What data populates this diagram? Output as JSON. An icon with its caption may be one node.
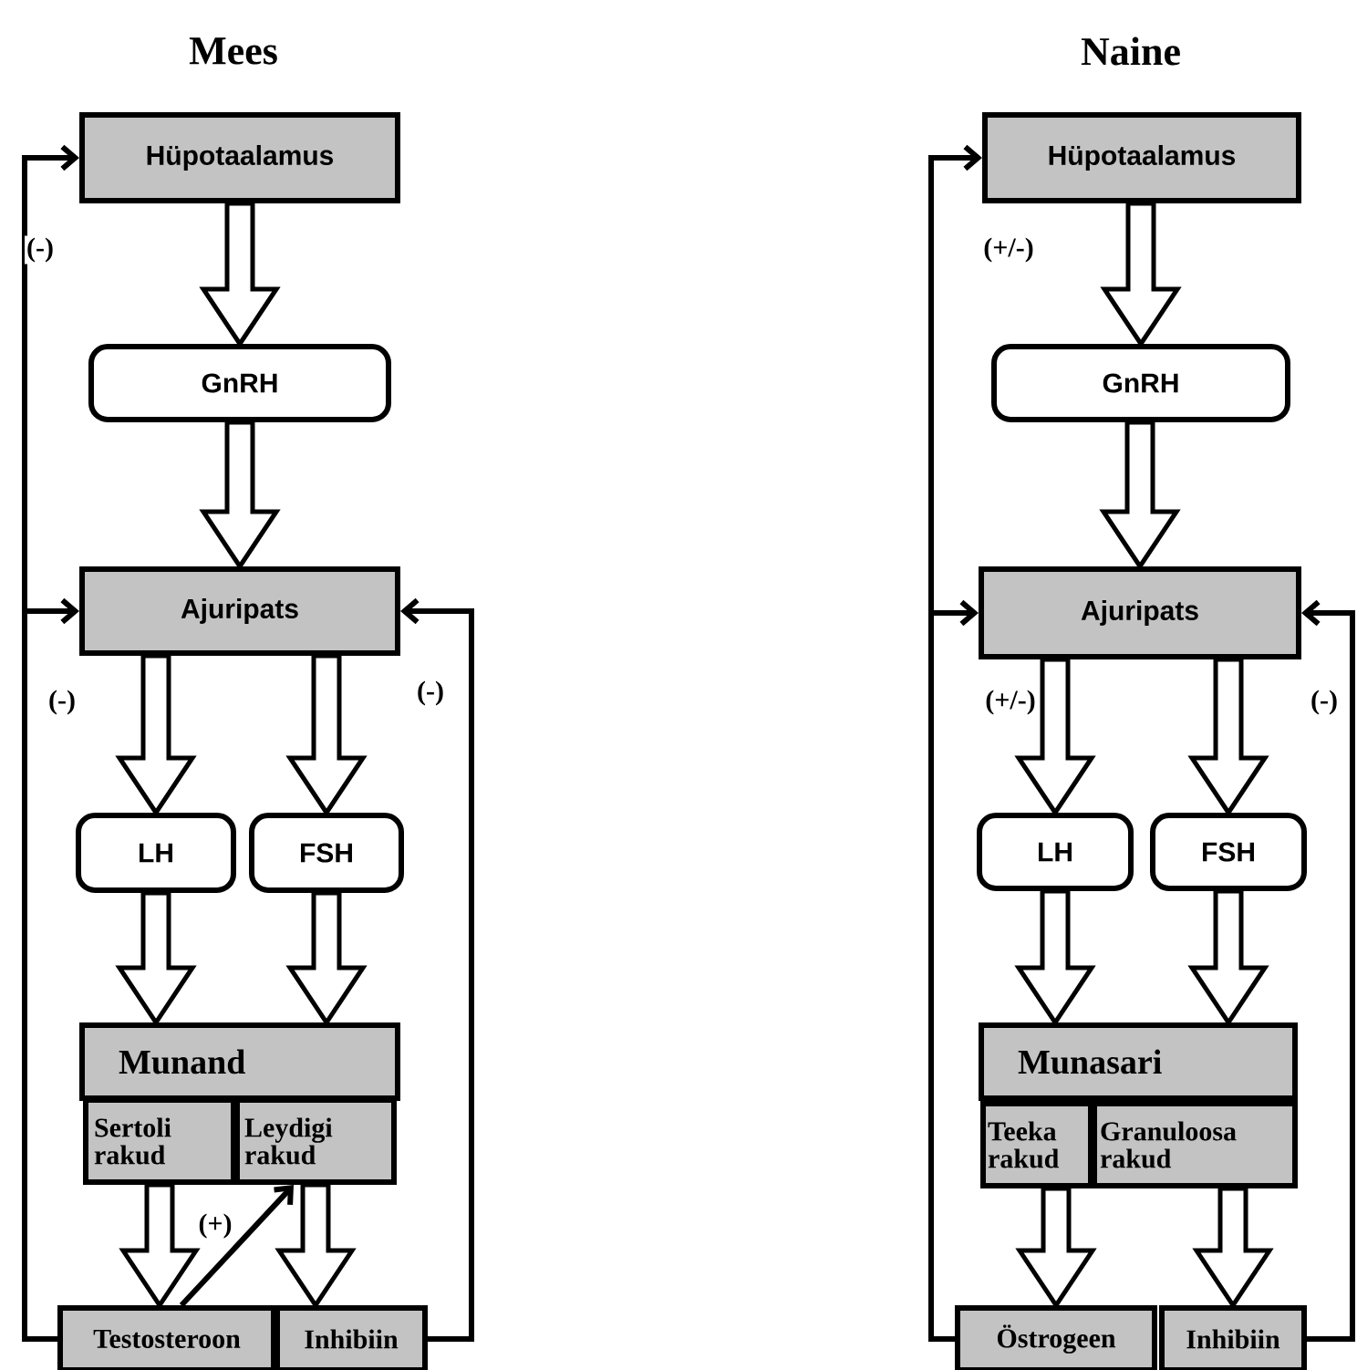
{
  "diagram": {
    "nodes": [
      {
        "text": [
          "Hüpotaalamus"
        ]
      },
      {
        "text": [
          "GnRH"
        ]
      },
      {
        "text": [
          "Ajuripats"
        ]
      },
      {
        "text": [
          "LH"
        ]
      },
      {
        "text": [
          "FSH"
        ]
      },
      {
        "text": [
          "Munand"
        ]
      },
      {
        "text": [
          "Sertoli rakud"
        ]
      },
      {
        "text": [
          "Leydigi rakud"
        ]
      },
      {
        "text": [
          "Testosteroon"
        ]
      },
      {
        "text": [
          "Inhibiin"
        ]
      },
      {
        "text": [
          "Hüpotaalamus"
        ]
      },
      {
        "text": [
          "GnRH"
        ]
      },
      {
        "text": [
          "Ajuripats"
        ]
      },
      {
        "text": [
          "LH"
        ]
      },
      {
        "text": [
          "FSH"
        ]
      },
      {
        "text": [
          "Munasari"
        ]
      },
      {
        "text": [
          "Teeka rakud"
        ]
      },
      {
        "text": [
          "Granuloosa rakud"
        ]
      },
      {
        "text": [
          "Östrogeen"
        ]
      },
      {
        "text": [
          "Inhibiin"
        ]
      }
    ],
    "edges": [
      {
        "from": 0,
        "to": 1,
        "arrow": "to",
        "style": "thick"
      },
      {
        "from": 1,
        "to": 2,
        "arrow": "to",
        "style": "thick"
      },
      {
        "from": 2,
        "to": 3,
        "arrow": "to",
        "style": "thick"
      },
      {
        "from": 2,
        "to": 4,
        "arrow": "to",
        "style": "thick"
      },
      {
        "from": 3,
        "to": 5,
        "arrow": "to",
        "style": "thick"
      },
      {
        "from": 4,
        "to": 5,
        "arrow": "to",
        "style": "thick"
      },
      {
        "from": 6,
        "to": 8,
        "arrow": "to",
        "style": "thick"
      },
      {
        "from": 7,
        "to": 9,
        "arrow": "to",
        "style": "thick"
      },
      {
        "from": 8,
        "to": 7,
        "arrow": "to",
        "label": "(+)"
      },
      {
        "from": 8,
        "to": 0,
        "arrow": "to",
        "label": "(-)"
      },
      {
        "from": 8,
        "to": 2,
        "arrow": "to",
        "label": "(-)"
      },
      {
        "from": 9,
        "to": 2,
        "arrow": "to",
        "label": "(-)"
      },
      {
        "from": 10,
        "to": 11,
        "arrow": "to",
        "style": "thick"
      },
      {
        "from": 11,
        "to": 12,
        "arrow": "to",
        "style": "thick"
      },
      {
        "from": 12,
        "to": 13,
        "arrow": "to",
        "style": "thick"
      },
      {
        "from": 12,
        "to": 14,
        "arrow": "to",
        "style": "thick"
      },
      {
        "from": 13,
        "to": 15,
        "arrow": "to",
        "style": "thick"
      },
      {
        "from": 14,
        "to": 15,
        "arrow": "to",
        "style": "thick"
      },
      {
        "from": 16,
        "to": 18,
        "arrow": "to",
        "style": "thick"
      },
      {
        "from": 17,
        "to": 19,
        "arrow": "to",
        "style": "thick"
      },
      {
        "from": 18,
        "to": 10,
        "arrow": "to",
        "label": "(+/-)"
      },
      {
        "from": 18,
        "to": 12,
        "arrow": "to",
        "label": "(+/-)"
      },
      {
        "from": 19,
        "to": 12,
        "arrow": "to",
        "label": "(-)"
      }
    ],
    "labels": [
      "Mees",
      "Naine"
    ]
  }
}
